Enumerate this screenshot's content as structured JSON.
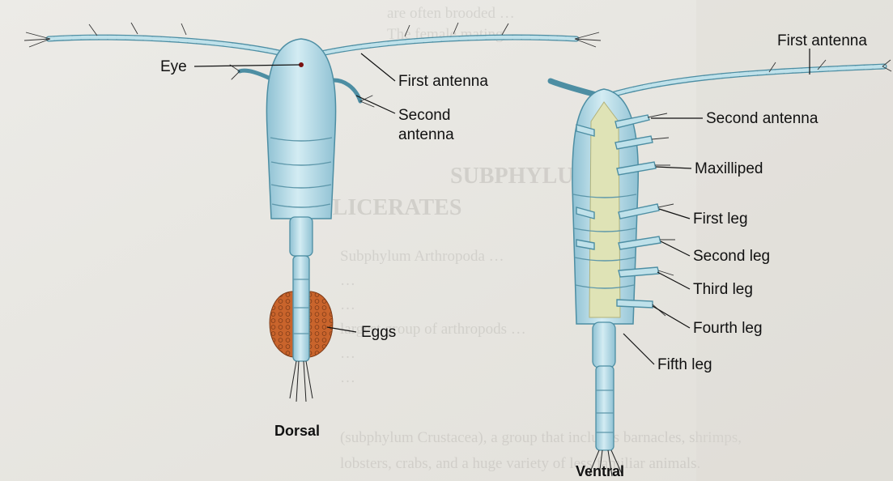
{
  "figure": {
    "views": {
      "dorsal": "Dorsal",
      "ventral": "Ventral"
    },
    "dorsal_labels": {
      "eye": "Eye",
      "first_antenna": "First antenna",
      "second_antenna_line1": "Second",
      "second_antenna_line2": "antenna",
      "eggs": "Eggs"
    },
    "ventral_labels": {
      "first_antenna": "First antenna",
      "second_antenna": "Second antenna",
      "maxilliped": "Maxilliped",
      "first_leg": "First leg",
      "second_leg": "Second leg",
      "third_leg": "Third leg",
      "fourth_leg": "Fourth leg",
      "fifth_leg": "Fifth leg"
    }
  },
  "background_page": {
    "lines": [
      "are often brooded …",
      "The female mating …",
      "SUBPHYLUM …",
      "CHELICERATES",
      "Subphylum Arthropoda …",
      "…",
      "…",
      "largest group of arthropods …",
      "…",
      "…",
      "(subphylum Crustacea), a group that includes barnacles, shrimps,",
      "lobsters, crabs, and a huge variety of less familiar animals."
    ]
  },
  "colors": {
    "body": "#b9dde8",
    "body_stroke": "#4d8ea3",
    "segment": "#7fb4c6",
    "eggs": "#c9642c",
    "venter": "#dfe3b6"
  }
}
